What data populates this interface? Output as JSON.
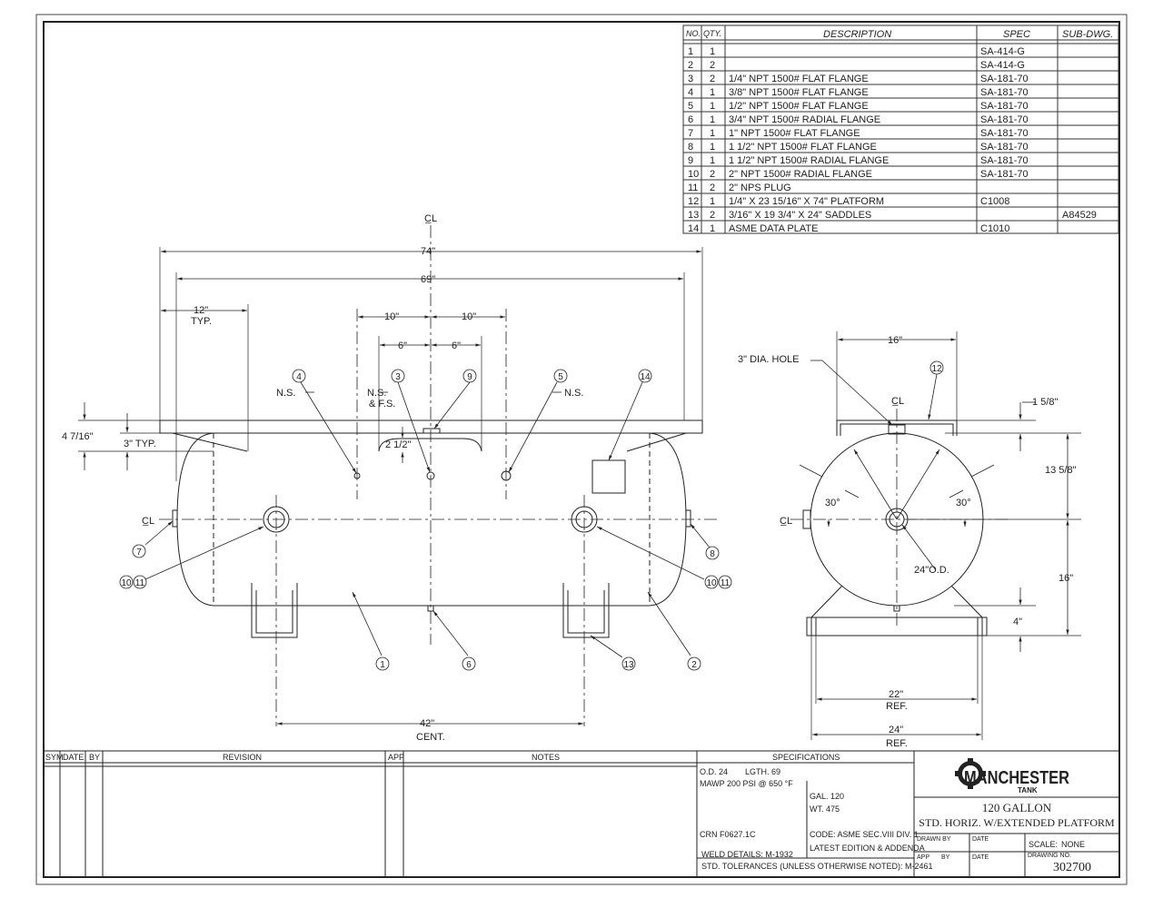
{
  "bom": {
    "headers": {
      "no": "NO.",
      "qty": "QTY.",
      "description": "DESCRIPTION",
      "spec": "SPEC",
      "subdwg": "SUB-DWG."
    },
    "rows": [
      {
        "no": "1",
        "qty": "1",
        "desc": "",
        "spec": "SA-414-G",
        "sub": ""
      },
      {
        "no": "2",
        "qty": "2",
        "desc": "",
        "spec": "SA-414-G",
        "sub": ""
      },
      {
        "no": "3",
        "qty": "2",
        "desc": "1/4\" NPT 1500# FLAT FLANGE",
        "spec": "SA-181-70",
        "sub": ""
      },
      {
        "no": "4",
        "qty": "1",
        "desc": "3/8\" NPT 1500# FLAT FLANGE",
        "spec": "SA-181-70",
        "sub": ""
      },
      {
        "no": "5",
        "qty": "1",
        "desc": "1/2\" NPT 1500# FLAT FLANGE",
        "spec": "SA-181-70",
        "sub": ""
      },
      {
        "no": "6",
        "qty": "1",
        "desc": "3/4\" NPT 1500# RADIAL FLANGE",
        "spec": "SA-181-70",
        "sub": ""
      },
      {
        "no": "7",
        "qty": "1",
        "desc": "1\" NPT 1500# FLAT FLANGE",
        "spec": "SA-181-70",
        "sub": ""
      },
      {
        "no": "8",
        "qty": "1",
        "desc": "1 1/2\" NPT 1500# FLAT FLANGE",
        "spec": "SA-181-70",
        "sub": ""
      },
      {
        "no": "9",
        "qty": "1",
        "desc": "1 1/2\" NPT 1500# RADIAL FLANGE",
        "spec": "SA-181-70",
        "sub": ""
      },
      {
        "no": "10",
        "qty": "2",
        "desc": "2\" NPT 1500# RADIAL FLANGE",
        "spec": "SA-181-70",
        "sub": ""
      },
      {
        "no": "11",
        "qty": "2",
        "desc": "2\" NPS PLUG",
        "spec": "",
        "sub": ""
      },
      {
        "no": "12",
        "qty": "1",
        "desc": "1/4\" X 23 15/16\" X 74\" PLATFORM",
        "spec": "C1008",
        "sub": ""
      },
      {
        "no": "13",
        "qty": "2",
        "desc": "3/16\" X 19 3/4\" X 24\" SADDLES",
        "spec": "",
        "sub": "A84529"
      },
      {
        "no": "14",
        "qty": "1",
        "desc": "ASME DATA PLATE",
        "spec": "C1010",
        "sub": ""
      }
    ]
  },
  "side_view": {
    "centerline": "C̲L",
    "dims": {
      "overall": "74\"",
      "shell": "69\"",
      "overhang": "12\"",
      "overhang_sub": "TYP.",
      "left_10": "10\"",
      "right_10": "10\"",
      "left_6": "6\"",
      "right_6": "6\"",
      "height_plat": "4 7/16\"",
      "typ_3": "3\" TYP.",
      "nozzle_h": "2 1/2\"",
      "saddle_cent": "42\"",
      "saddle_cent_sub": "CENT."
    },
    "notes": {
      "ns_left": "N.S.",
      "ns_mid": "N.S.",
      "fs_mid": "& F.S.",
      "ns_right": "N.S."
    },
    "balloons": {
      "b4": "4",
      "b3": "3",
      "b9": "9",
      "b5": "5",
      "b14": "14",
      "b7": "7",
      "b8": "8",
      "b10l": "10",
      "b11l": "11",
      "b10r": "10",
      "b11r": "11",
      "b1": "1",
      "b6": "6",
      "b13": "13",
      "b2": "2"
    }
  },
  "end_view": {
    "centerline": "C̲L",
    "dims": {
      "plat_w": "16\"",
      "hole": "3\" DIA. HOLE",
      "plat_t": "1 5/8\"",
      "upper": "13 5/8\"",
      "lower": "16\"",
      "saddle_h": "4\"",
      "ang_l": "30°",
      "ang_r": "30°",
      "od": "24\"O.D.",
      "ref22": "22\"",
      "ref22_sub": "REF.",
      "ref24": "24\"",
      "ref24_sub": "REF."
    },
    "balloons": {
      "b12": "12"
    }
  },
  "title_block": {
    "revision_headers": {
      "sym": "SYM",
      "date": "DATE",
      "by": "BY",
      "revision": "REVISION",
      "app": "APP",
      "notes": "NOTES"
    },
    "specifications_title": "SPECIFICATIONS",
    "od": "O.D. 24",
    "lgth": "LGTH. 69",
    "mawp": "MAWP 200 PSI @ 650 °F",
    "gal": "GAL. 120",
    "wt": "WT. 475",
    "crn": "CRN F0627.1C",
    "code1": "CODE: ASME SEC.VIII DIV. 1",
    "code2": "LATEST EDITION & ADDENDA",
    "weld": "WELD DETAILS: M-1932",
    "tolerances": "STD. TOLERANCES (UNLESS OTHERWISE NOTED): M-2461",
    "logo_main": "MANCHESTER",
    "logo_sub": "TANK",
    "title1": "120 GALLON",
    "title2": "STD. HORIZ. W/EXTENDED PLATFORM",
    "drawn_by": "DRAWN BY",
    "date": "DATE",
    "scale_label": "SCALE:",
    "scale": "NONE",
    "app_by": "APP",
    "by": "BY",
    "date2": "DATE",
    "drawing_no_label": "DRAWING NO.",
    "drawing_no": "302700"
  }
}
